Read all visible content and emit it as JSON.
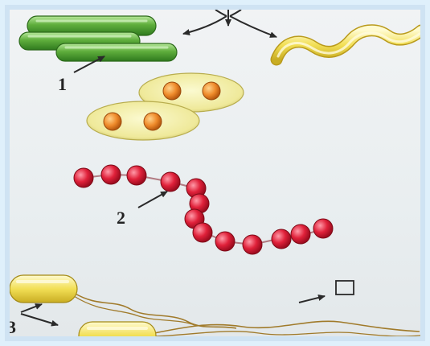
{
  "labels": {
    "one": "1",
    "two": "2",
    "three": "3"
  },
  "colors": {
    "rod_green": "#4f9a2f",
    "rod_green_light": "#8fd06a",
    "spirillum_yellow": "#f1e27a",
    "capsule_fill": "#f4f0a8",
    "coccus_orange": "#e67e22",
    "strepto_red": "#d0172d",
    "flagellated_yellow": "#f3e04d",
    "flagellum_brown": "#a07a2a",
    "arrow": "#2a2a2a"
  },
  "icons": {
    "arrow": "arrow-icon",
    "answer_box": "square-outline-icon"
  }
}
